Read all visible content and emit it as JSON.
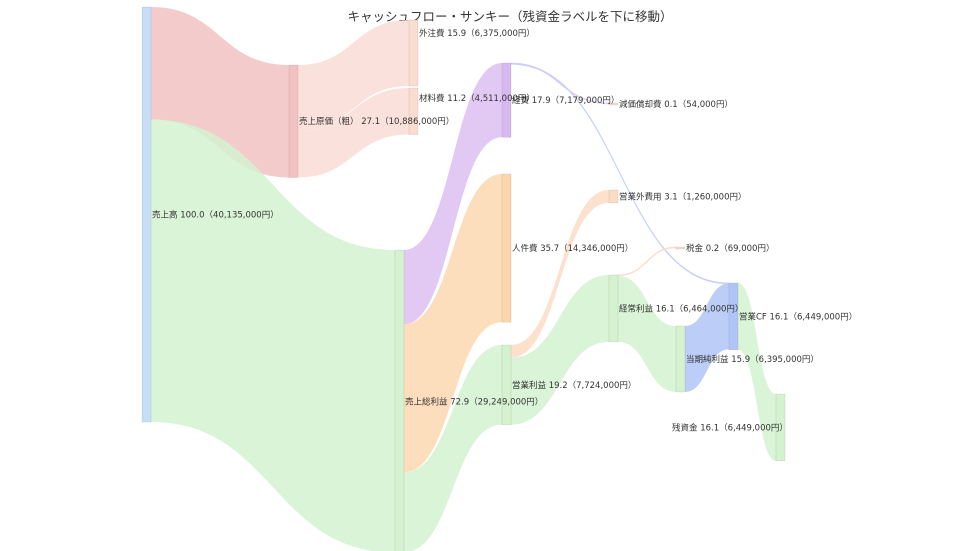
{
  "chart_data": {
    "type": "sankey",
    "title": "キャッシュフロー・サンキー（残資金ラベルを下に移動）",
    "nodes": [
      {
        "id": "sales",
        "label": "売上高 100.0（40,135,000円）",
        "value": 100.0,
        "amount": 40135000,
        "color": "#c6dff7"
      },
      {
        "id": "cogs",
        "label": "売上原価（粗） 27.1（10,886,000円）",
        "value": 27.1,
        "amount": 10886000,
        "color": "#f2c2c2"
      },
      {
        "id": "gross",
        "label": "売上総利益 72.9（29,249,000円）",
        "value": 72.9,
        "amount": 29249000,
        "color": "#d4f2d0"
      },
      {
        "id": "outsource",
        "label": "外注費 15.9（6,375,000円）",
        "value": 15.9,
        "amount": 6375000,
        "color": "#fadcd0"
      },
      {
        "id": "material",
        "label": "材料費 11.2（4,511,000円）",
        "value": 11.2,
        "amount": 4511000,
        "color": "#fadcd0"
      },
      {
        "id": "expense",
        "label": "経費 17.9（7,179,000円）",
        "value": 17.9,
        "amount": 7179000,
        "color": "#d8b8f0"
      },
      {
        "id": "labor",
        "label": "人件費 35.7（14,346,000円）",
        "value": 35.7,
        "amount": 14346000,
        "color": "#fbd6ac"
      },
      {
        "id": "opprofit",
        "label": "営業利益 19.2（7,724,000円）",
        "value": 19.2,
        "amount": 7724000,
        "color": "#d4f2d0"
      },
      {
        "id": "depr",
        "label": "減価償却費 0.1（54,000円）",
        "value": 0.1,
        "amount": 54000,
        "color": "#fadcd0"
      },
      {
        "id": "nonop",
        "label": "営業外費用 3.1（1,260,000円）",
        "value": 3.1,
        "amount": 1260000,
        "color": "#fbdcc4"
      },
      {
        "id": "tax",
        "label": "税金 0.2（69,000円）",
        "value": 0.2,
        "amount": 69000,
        "color": "#fadcd0"
      },
      {
        "id": "ordinary",
        "label": "経常利益 16.1（6,464,000円）",
        "value": 16.1,
        "amount": 6464000,
        "color": "#d4f2d0"
      },
      {
        "id": "net",
        "label": "当期純利益 15.9（6,395,000円）",
        "value": 15.9,
        "amount": 6395000,
        "color": "#d4f2d0"
      },
      {
        "id": "opcf",
        "label": "営業CF 16.1（6,449,000円）",
        "value": 16.1,
        "amount": 6449000,
        "color": "#b0c4f6"
      },
      {
        "id": "cash",
        "label": "残資金 16.1（6,449,000円）",
        "value": 16.1,
        "amount": 6449000,
        "color": "#d4f2d0"
      }
    ],
    "links": [
      {
        "source": "sales",
        "target": "cogs",
        "value": 27.1,
        "color": "#f2c2c2"
      },
      {
        "source": "sales",
        "target": "gross",
        "value": 72.9,
        "color": "#d4f2d0"
      },
      {
        "source": "cogs",
        "target": "outsource",
        "value": 15.9,
        "color": "#fadcd6"
      },
      {
        "source": "cogs",
        "target": "material",
        "value": 11.2,
        "color": "#fadcd6"
      },
      {
        "source": "gross",
        "target": "expense",
        "value": 17.9,
        "color": "#dcc0f2"
      },
      {
        "source": "gross",
        "target": "labor",
        "value": 35.7,
        "color": "#fbd8b0"
      },
      {
        "source": "gross",
        "target": "opprofit",
        "value": 19.2,
        "color": "#d4f2d0"
      },
      {
        "source": "expense",
        "target": "depr",
        "value": 0.1,
        "color": "#e2cbf4"
      },
      {
        "source": "expense",
        "target": "opcf",
        "value": 0.1,
        "color": "#c4d0f8"
      },
      {
        "source": "opprofit",
        "target": "nonop",
        "value": 3.1,
        "color": "#fbdcc4"
      },
      {
        "source": "opprofit",
        "target": "ordinary",
        "value": 16.1,
        "color": "#d4f2d0"
      },
      {
        "source": "ordinary",
        "target": "tax",
        "value": 0.2,
        "color": "#fadcd0"
      },
      {
        "source": "ordinary",
        "target": "net",
        "value": 15.9,
        "color": "#d4f2d0"
      },
      {
        "source": "net",
        "target": "opcf",
        "value": 15.9,
        "color": "#b0c4f6"
      },
      {
        "source": "opcf",
        "target": "cash",
        "value": 16.1,
        "color": "#d4f2d0"
      }
    ]
  }
}
